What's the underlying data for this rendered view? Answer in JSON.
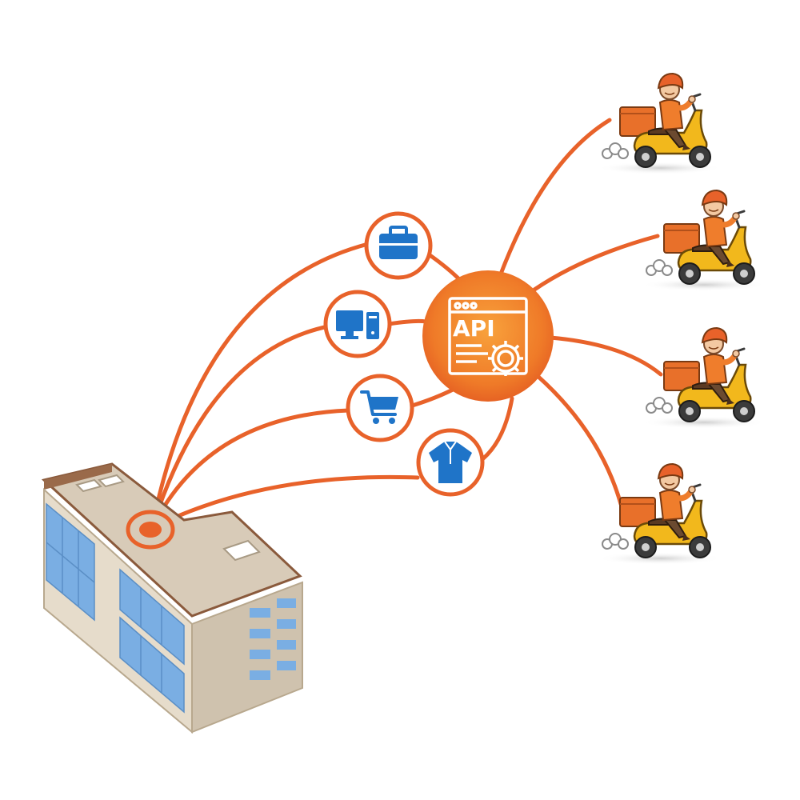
{
  "hub": {
    "label": "API",
    "icon": "api-window-gear-icon"
  },
  "categories": [
    {
      "id": "business",
      "icon": "briefcase-icon"
    },
    {
      "id": "electronics",
      "icon": "computer-icon"
    },
    {
      "id": "shopping",
      "icon": "shopping-cart-icon"
    },
    {
      "id": "apparel",
      "icon": "shirt-icon"
    }
  ],
  "source": {
    "icon": "office-building-icon"
  },
  "couriers": [
    {
      "icon": "delivery-scooter-icon"
    },
    {
      "icon": "delivery-scooter-icon"
    },
    {
      "icon": "delivery-scooter-icon"
    },
    {
      "icon": "delivery-scooter-icon"
    }
  ],
  "colors": {
    "connector": "#e8622a",
    "hub_fill": "#f07a2a",
    "icon_blue": "#1f74c8",
    "scooter_yellow": "#f2b81c",
    "box_orange": "#e8702a",
    "building_beige": "#d8cbb8",
    "window_blue": "#7aaee3"
  }
}
